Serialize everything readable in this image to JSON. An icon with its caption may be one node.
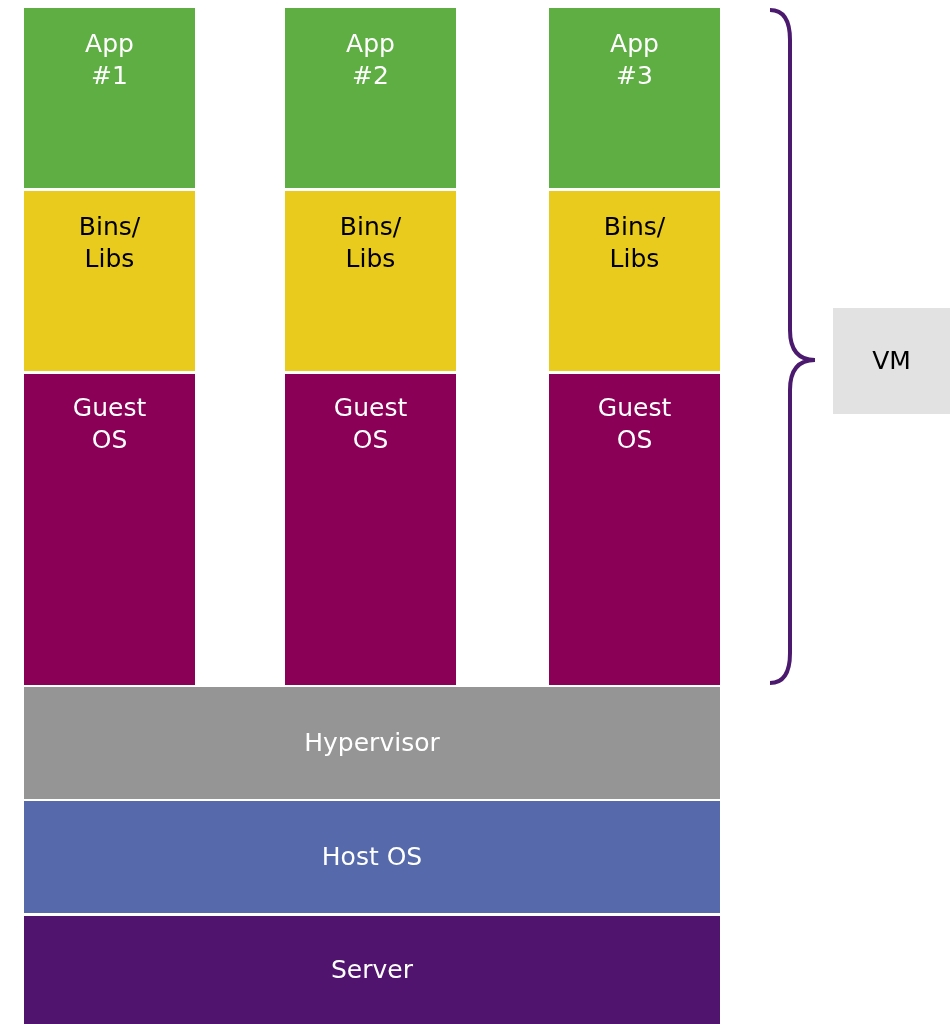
{
  "diagram": {
    "nodes": [
      {
        "text": [
          "App #1"
        ]
      },
      {
        "text": [
          "App #2"
        ]
      },
      {
        "text": [
          "App #3"
        ]
      },
      {
        "text": [
          "Bins/ Libs"
        ]
      },
      {
        "text": [
          "Bins/ Libs"
        ]
      },
      {
        "text": [
          "Bins/ Libs"
        ]
      },
      {
        "text": [
          "Guest OS"
        ]
      },
      {
        "text": [
          "Guest OS"
        ]
      },
      {
        "text": [
          "Guest OS"
        ]
      },
      {
        "text": [
          "VM"
        ]
      },
      {
        "text": [
          "Hypervisor"
        ]
      },
      {
        "text": [
          "Host OS"
        ]
      },
      {
        "text": [
          "Server"
        ]
      }
    ]
  }
}
